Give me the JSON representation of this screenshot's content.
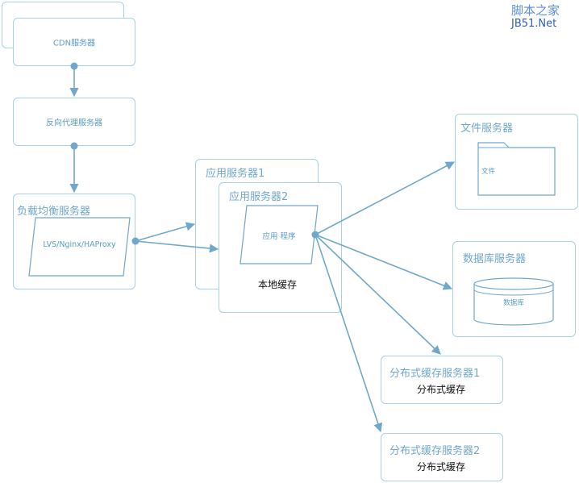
{
  "diagram": {
    "cdn_server": "CDN服务器",
    "reverse_proxy": "反向代理服务器",
    "load_balancer": {
      "title": "负载均衡服务器",
      "software": "LVS/Nginx/HAProxy"
    },
    "app_server_1": "应用服务器1",
    "app_server_2": {
      "title": "应用服务器2",
      "program": "应用 程序",
      "local_cache": "本地缓存"
    },
    "file_server": {
      "title": "文件服务器",
      "file": "文件"
    },
    "db_server": {
      "title": "数据库服务器",
      "db": "数据库"
    },
    "cache_server_1": {
      "title": "分布式缓存服务器1",
      "label": "分布式缓存"
    },
    "cache_server_2": {
      "title": "分布式缓存服务器2",
      "label": "分布式缓存"
    }
  },
  "watermark": {
    "line1": "脚本之家",
    "line2": "JB51.Net"
  },
  "colors": {
    "box_border": "#a9cfe4",
    "connector": "#6fa8cc",
    "text_blue": "#6fa8cc"
  }
}
